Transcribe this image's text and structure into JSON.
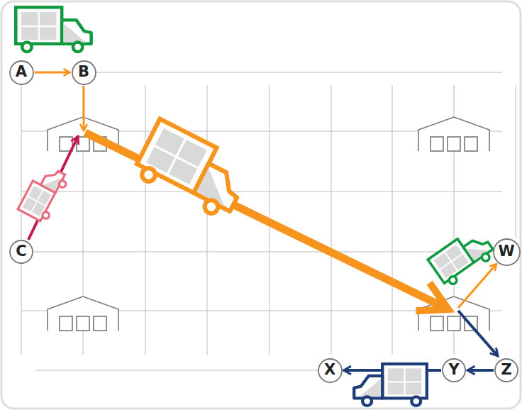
{
  "diagram": {
    "nodes": [
      {
        "text": [
          "A"
        ]
      },
      {
        "text": [
          "B"
        ]
      },
      {
        "text": [
          "C"
        ]
      },
      {
        "text": [
          "W"
        ]
      },
      {
        "text": [
          "X"
        ]
      },
      {
        "text": [
          "Y"
        ]
      },
      {
        "text": [
          "Z"
        ]
      }
    ],
    "edges": [
      {
        "from": 0,
        "to": 1,
        "arrow": "to"
      },
      {
        "from": 6,
        "to": 5,
        "arrow": "to"
      },
      {
        "from": 5,
        "to": 4,
        "arrow": "to"
      }
    ]
  }
}
